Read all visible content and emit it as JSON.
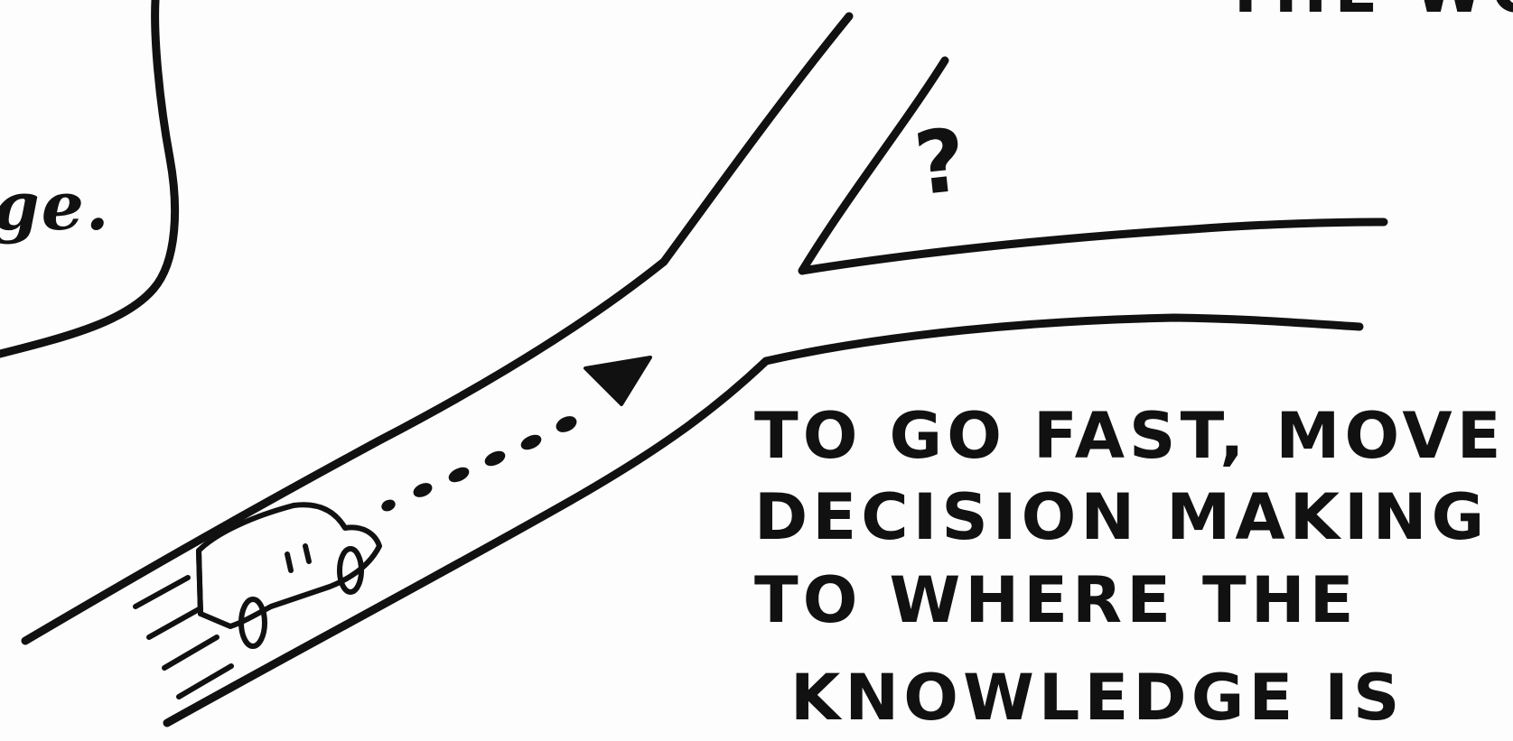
{
  "fragments": {
    "top_right": "THE WOR",
    "left_bubble": "ge."
  },
  "question_mark": "?",
  "caption": {
    "line_1": "TO GO FAST, MOVE",
    "line_2": "DECISION MAKING",
    "line_3": "TO WHERE THE",
    "line_4": "KNOWLEDGE IS"
  },
  "icons": {
    "car": "car-icon",
    "arrow": "dotted-arrow-icon",
    "road": "forked-road-drawing",
    "bubble": "speech-bubble-outline"
  },
  "colors": {
    "ink": "#111111",
    "paper": "#fdfdfd"
  }
}
